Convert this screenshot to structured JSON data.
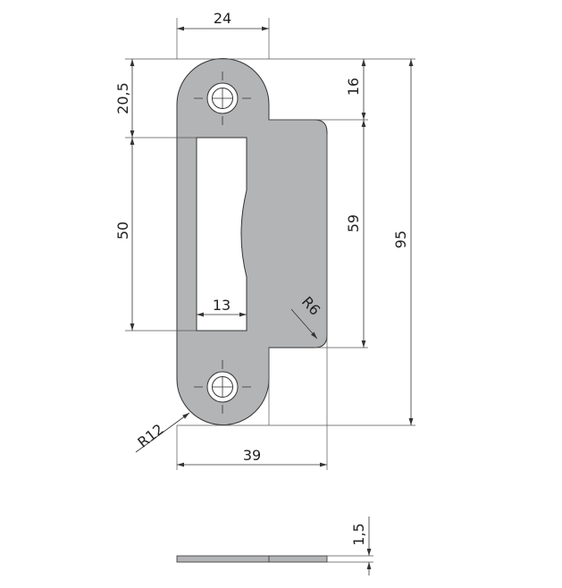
{
  "drawing": {
    "colors": {
      "plate": "#b3b4b6",
      "line": "#333333"
    },
    "dimensions": {
      "top_width": "24",
      "top_offset": "20,5",
      "slot_height": "50",
      "slot_width": "13",
      "upper_step": "16",
      "lip_height": "59",
      "total_height": "95",
      "total_width": "39",
      "corner_radius_small": "R6",
      "corner_radius_large": "R12",
      "thickness": "1,5"
    }
  }
}
